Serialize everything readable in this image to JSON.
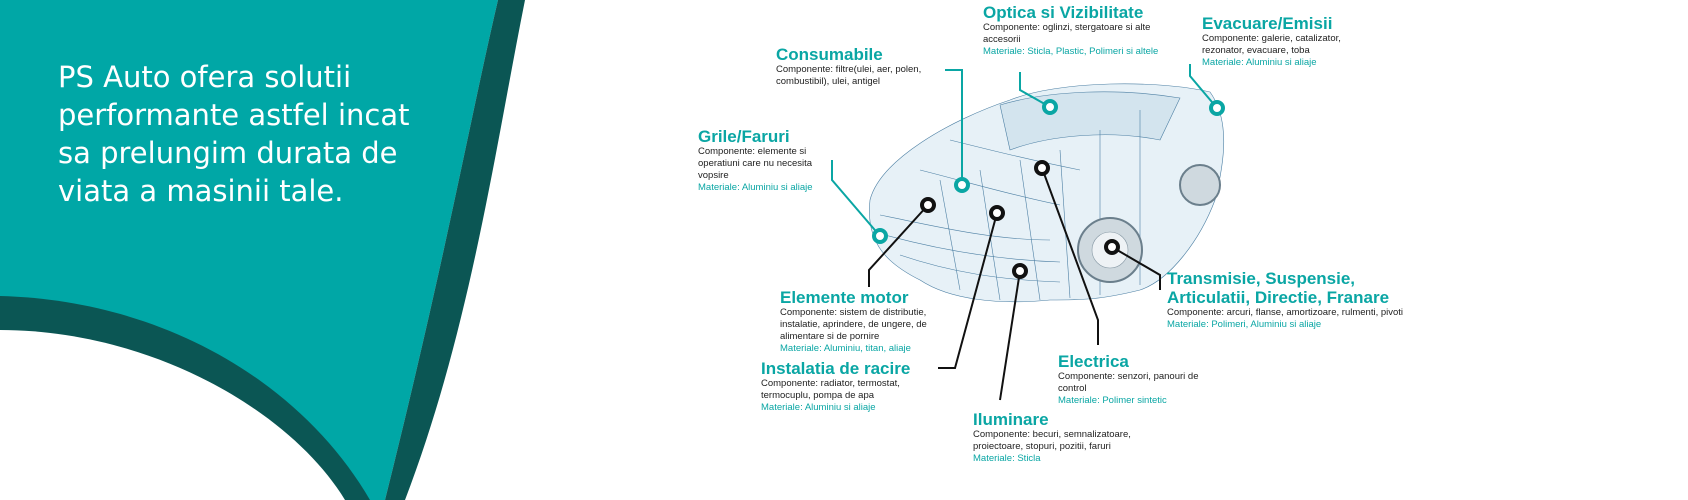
{
  "hero": {
    "headline": "PS Auto ofera solutii performante astfel incat sa prelungim durata de viata a masinii tale."
  },
  "colors": {
    "teal": "#00a7a6",
    "dark_teal": "#0b5654",
    "label_teal": "#0aa6a4"
  },
  "callouts": [
    {
      "id": "optica",
      "title": "Optica si Vizibilitate",
      "components": "Componente: oglinzi, stergatoare si alte accesorii",
      "materials": "Materiale: Sticla, Plastic, Polimeri si altele"
    },
    {
      "id": "evacuare",
      "title": "Evacuare/Emisii",
      "components": "Componente: galerie, catalizator, rezonator, evacuare, toba",
      "materials": "Materiale: Aluminiu si aliaje"
    },
    {
      "id": "consumabile",
      "title": "Consumabile",
      "components": "Componente: filtre(ulei, aer, polen, combustibil), ulei, antigel",
      "materials": ""
    },
    {
      "id": "grile",
      "title": "Grile/Faruri",
      "components": "Componente: elemente si operatiuni care nu necesita vopsire",
      "materials": "Materiale: Aluminiu si aliaje"
    },
    {
      "id": "motor",
      "title": "Elemente motor",
      "components": "Componente: sistem de distributie, instalatie, aprindere, de ungere, de alimentare si de pornire",
      "materials": "Materiale: Aluminiu, titan, aliaje"
    },
    {
      "id": "racire",
      "title": "Instalatia de racire",
      "components": "Componente: radiator, termostat, termocuplu, pompa de apa",
      "materials": "Materiale: Aluminiu si aliaje"
    },
    {
      "id": "electrica",
      "title": "Electrica",
      "components": "Componente: senzori, panouri de control",
      "materials": "Materiale: Polimer sintetic"
    },
    {
      "id": "iluminare",
      "title": "Iluminare",
      "components": "Componente: becuri, semnalizatoare, proiectoare, stopuri, pozitii, faruri",
      "materials": "Materiale: Sticla"
    },
    {
      "id": "transmisie",
      "title": "Transmisie, Suspensie, Articulatii, Directie, Franare",
      "components": "Componente: arcuri, flanse, amortizoare, rulmenti, pivoti",
      "materials": "Materiale: Polimeri, Aluminiu si aliaje"
    }
  ]
}
